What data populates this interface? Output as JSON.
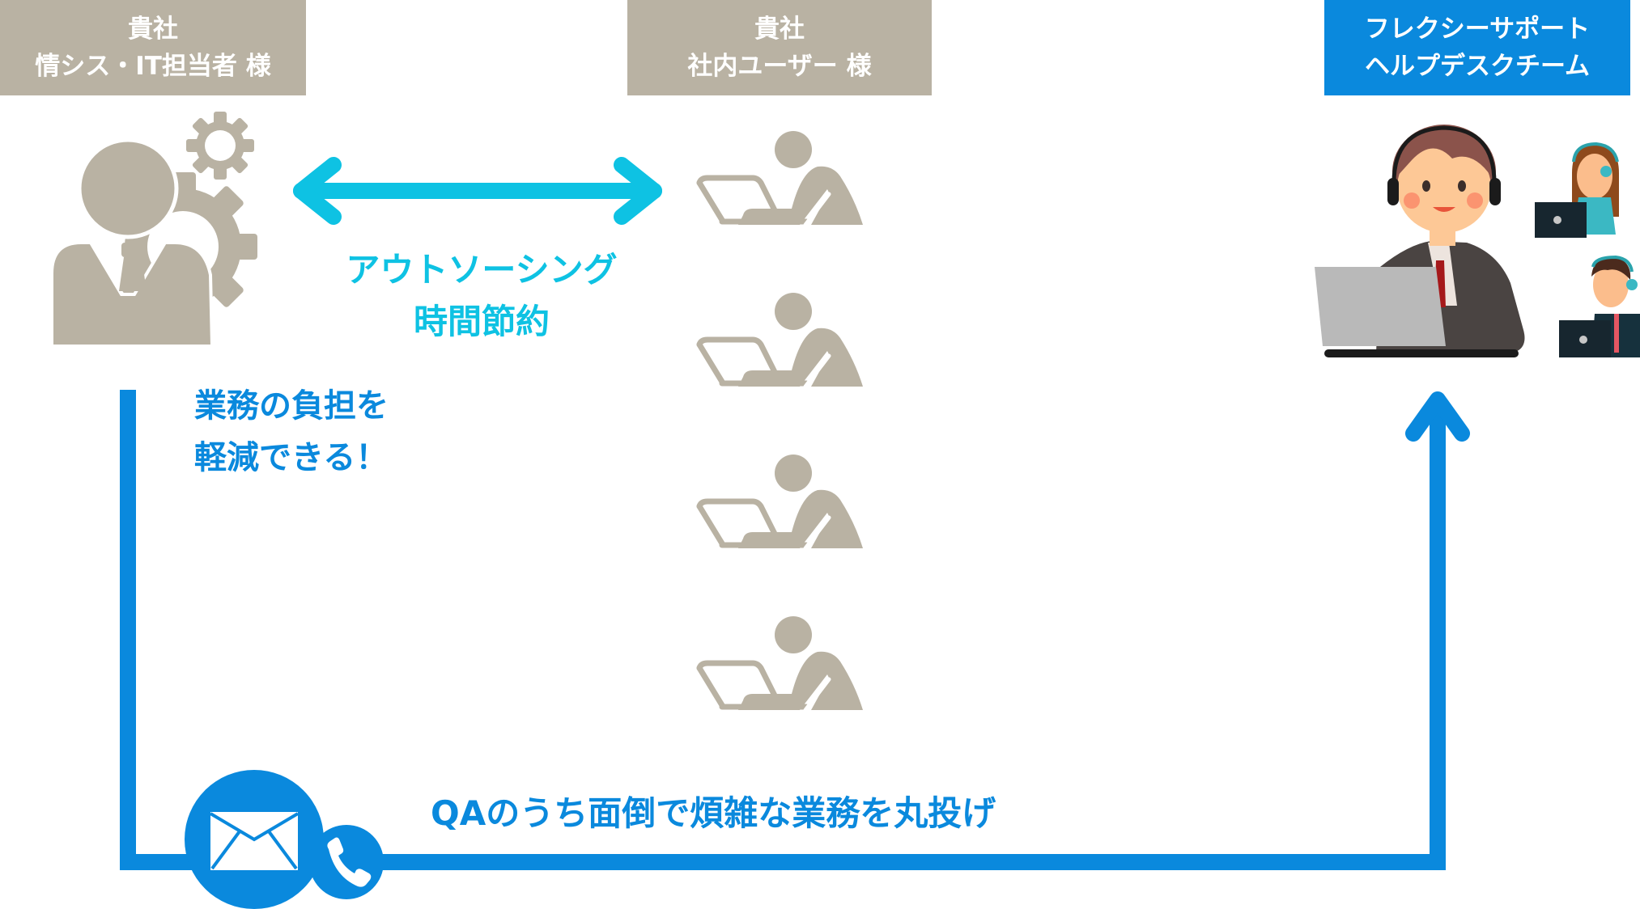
{
  "headers": {
    "it_staff": {
      "line1": "貴社",
      "line2": "情シス・IT担当者 様"
    },
    "users": {
      "line1": "貴社",
      "line2": "社内ユーザー 様"
    },
    "support": {
      "line1": "フレクシーサポート",
      "line2": "ヘルプデスクチーム"
    }
  },
  "arrow_label": {
    "line1": "アウトソーシング",
    "line2": "時間節約"
  },
  "benefit": {
    "line1": "業務の負担を",
    "line2": "軽減できる！"
  },
  "flow_label": "QAのうち面倒で煩雑な業務を丸投げ",
  "icons": {
    "it_staff": "person-with-gears-icon",
    "user": "person-at-laptop-icon",
    "support": "helpdesk-operators-illustration",
    "mail": "envelope-icon",
    "phone": "phone-icon"
  },
  "user_count": 4,
  "colors": {
    "gray": "#b9b2a3",
    "blue": "#0a89dd",
    "cyan": "#0ec2e3"
  }
}
